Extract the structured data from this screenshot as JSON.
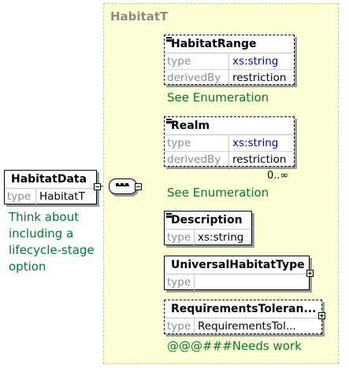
{
  "diagram": {
    "root": {
      "name": "HabitatData",
      "type_label": "type",
      "type_value": "HabitatT",
      "annotation": "Think about including a lifecycle-stage option"
    },
    "complex_type": {
      "name": "HabitatT"
    },
    "sequence": {
      "occurs": "0..∞"
    },
    "children": [
      {
        "name": "HabitatRange",
        "optional": true,
        "attrs": [
          {
            "key": "type",
            "value": "xs:string",
            "link": true
          },
          {
            "key": "derivedBy",
            "value": "restriction",
            "link": false
          }
        ],
        "note": "See Enumeration"
      },
      {
        "name": "Realm",
        "optional": true,
        "attrs": [
          {
            "key": "type",
            "value": "xs:string",
            "link": true
          },
          {
            "key": "derivedBy",
            "value": "restriction",
            "link": false
          }
        ],
        "note": "See Enumeration"
      },
      {
        "name": "Description",
        "optional": false,
        "attrs": [
          {
            "key": "type",
            "value": "xs:string",
            "link": false
          }
        ]
      },
      {
        "name": "UniversalHabitatType",
        "optional": false,
        "attrs": [
          {
            "key": "type",
            "value": "",
            "link": false
          }
        ]
      },
      {
        "name": "RequirementsToleran...",
        "optional": true,
        "attrs": [
          {
            "key": "type",
            "value": "RequirementsTol...",
            "link": false
          }
        ],
        "note": "@@@###Needs work"
      }
    ],
    "colors": {
      "group_fill": "#ffffd6",
      "group_title": "#8a8a8a",
      "annotation_text": "#007a33",
      "type_link": "#0000cc"
    }
  }
}
